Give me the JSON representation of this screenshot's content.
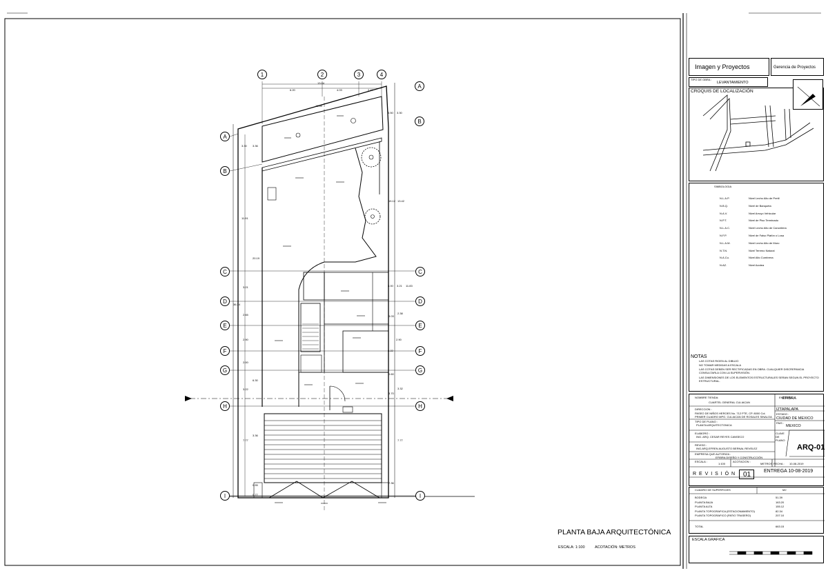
{
  "drawing": {
    "title": "PLANTA BAJA ARQUITECTÓNICA",
    "scale_text": "ESCALA: 1:100",
    "units_text": "ACOTACIÓN: METROS",
    "axes_numbers": [
      "1",
      "2",
      "3",
      "4"
    ],
    "axes_letters": [
      "A",
      "B",
      "C",
      "D",
      "E",
      "F",
      "G",
      "H",
      "I"
    ],
    "top_dims": [
      "13.04",
      "6.20",
      "4.03",
      "2.47",
      "13.30"
    ],
    "left_dims": [
      "3.30",
      "3.36",
      "11.91",
      "20.19",
      "3.21",
      "36.34",
      "2.65",
      "2.90",
      "2.00",
      "6.30",
      "3.22",
      "7.77",
      "3.36",
      "0.55",
      "0.77"
    ],
    "right_dims": [
      "3.50",
      "3.30",
      "15.12",
      "13.42",
      "3.00",
      "3.21",
      "11.83",
      "3.03",
      "2.38",
      "2.90",
      "4.22",
      "0.60",
      "3.70",
      "3.32",
      "7.77",
      "7.36"
    ]
  },
  "title_block": {
    "company": "Imagen y Proyectos",
    "department": "Gerencia de Proyectos",
    "obra_label": "TIPO DE OBRA :",
    "obra_value": "LEVANTAMIENTO",
    "croquis_label": "CROQUIS DE LOCALIZACIÓN",
    "simbologia_title": "SIMBOLOGIA",
    "symbols": [
      {
        "code": "N.L.A.P.",
        "desc": "Nivel Lecho Alto de Pretil"
      },
      {
        "code": "N.B.Q.",
        "desc": "Nivel de Banqueta"
      },
      {
        "code": "N.A.V.",
        "desc": "Nivel Arroyo Vehicular"
      },
      {
        "code": "N.P.T.",
        "desc": "Nivel de Piso Terminado"
      },
      {
        "code": "N.L.A.C.",
        "desc": "Nivel Lecho Alto de Cancelería"
      },
      {
        "code": "N.F.P.",
        "desc": "Nivel de Falso Plafón o Losa"
      },
      {
        "code": "N.L.A.M.",
        "desc": "Nivel Lecho Alto de Muro"
      },
      {
        "code": "N.T.N.",
        "desc": "Nivel Terreno Natural"
      },
      {
        "code": "N.A.Cu.",
        "desc": "Nivel Alto Cumbrera"
      },
      {
        "code": "N.AZ.",
        "desc": "Nivel Azotea"
      }
    ],
    "notas_title": "NOTAS",
    "notas": [
      "LAS COTAS RIGEN AL DIBUJO",
      "NO TOMAR MEDIDAS A ESCALA",
      "LAS COTAS DEBEN SER RECTIFICADAS EN OBRA. CUALQUIER DISCREPANCIA CONSULTARLA CON LA SUPERVISIÓN.",
      "LAS DIMENSIONES DE LOS ELEMENTOS ESTRUCTURALES SERAN SEGUN EL PROYECTO ESTRUCTURAL."
    ],
    "nombre_label": "NOMBRE TIENDA:",
    "nombre_value": "CUARTEL GENERAL CULIACAN",
    "empresa_label": "EMPRESA :",
    "empresa_value": "EFIBRA",
    "direccion_label": "DIRECCION :",
    "direccion_value": "PASEO DE NIÑOS HEROES No. 712 PTE, CP. 8000 Col. PRIMER CUADRO MPO. CULIACAN DE ROSALES SINALOA",
    "municipio_value": "IZTAPALAPA",
    "estado_label": "ESTADO :",
    "estado_value": "CIUDAD DE MEXICO",
    "pais_label": "PAIS :",
    "pais_value": "MEXICO",
    "tipo_plano_label": "TIPO DE PLANO :",
    "tipo_plano_value": "PLANTA ARQUITECTONICA",
    "clave_label": "CLAVE DE PLANO",
    "clave_value": "ARQ-01",
    "elaboro_label": "ELABORO :",
    "elaboro_value": "ING. ARQ. CESAR REYES CANSECO",
    "reviso_label": "REVISO :",
    "reviso_value": "ING.ARQ.EFREN AUGUSTO BERNAL REVELEZ",
    "empresa_autoriza_label": "EMPRESA QUE AUTORIZA :",
    "empresa_autoriza_value": "EFIBRA DISEÑO Y CONSTRUCCIÓN",
    "escala_label": "ESCALA :",
    "escala_value": "1:100",
    "acotacion_label": "ACOTACION :",
    "acotacion_value": "METROS",
    "fecha_label": "FECHA :",
    "fecha_value": "10-08-2019",
    "revision_label": "R E V I S I Ó N",
    "revision_number": "01",
    "entrega_text": "ENTREGA  10-08-2019",
    "superficies_title": "CUADRO DE SUPERFICIES",
    "superficies_unit": "M2",
    "superficies": [
      {
        "name": "BODEGA",
        "value": "51.39"
      },
      {
        "name": "PLANTA BAJA",
        "value": "163.20"
      },
      {
        "name": "PLANTA ALTA",
        "value": "155.12"
      },
      {
        "name": "PLANTA TOPOGRAFICA (ESTACIONAMIENTO)",
        "value": "82.34"
      },
      {
        "name": "PLANTA TOPOGRAFICO (PATIO TRASERO)",
        "value": "207.10"
      }
    ],
    "total_label": "TOTAL",
    "total_value": "663.15",
    "escala_grafica": "ESCALA GRAFICA"
  }
}
